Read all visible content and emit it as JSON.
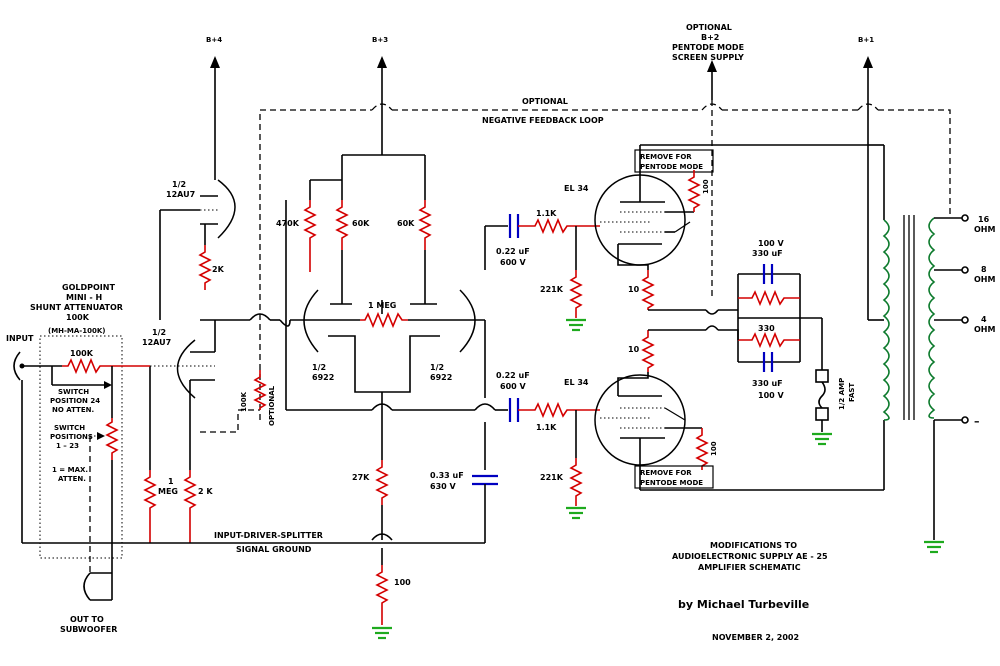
{
  "colors": {
    "resistor": "#d40000",
    "capacitor": "#0000c0",
    "ground": "#1eaa1e",
    "inductor": "#0c7a2c",
    "wire": "#000000"
  },
  "supply_labels": [
    "B+4",
    "B+3",
    "B+1"
  ],
  "optional_screen": {
    "line1": "OPTIONAL",
    "line2": "B+2",
    "line3": "PENTODE MODE",
    "line4": "SCREEN SUPPLY"
  },
  "feedback": {
    "line1": "OPTIONAL",
    "line2": "NEGATIVE FEEDBACK LOOP"
  },
  "tubes": {
    "v1_top": {
      "line1": "1/2",
      "line2": "12AU7"
    },
    "v1_bottom": {
      "line1": "1/2",
      "line2": "12AU7"
    },
    "v2_left": {
      "line1": "1/2",
      "line2": "6922"
    },
    "v2_right": {
      "line1": "1/2",
      "line2": "6922"
    },
    "output_top": "EL 34",
    "output_bottom": "EL 34"
  },
  "resistors": {
    "r_2k_top": "2K",
    "r_470k": "470K",
    "r_60k_a": "60K",
    "r_60k_b": "60K",
    "r_1meg_bal": "1 MEG",
    "r_1_1k_top": "1.1K",
    "r_221k_top": "221K",
    "r_10_top": "10",
    "r_100_top": "100",
    "r_330_top": "330",
    "r_330_bottom": "330",
    "r_10_bottom": "10",
    "r_1_1k_bottom": "1.1K",
    "r_221k_bottom": "221K",
    "r_100_bottom": "100",
    "r_100k_in": "100K",
    "r_100k_opt": "100K",
    "r_opt_text": "OPTIONAL",
    "r_1meg_line1": "1",
    "r_1meg_line2": "MEG",
    "r_2k_bottom": "2 K",
    "r_27k": "27K",
    "r_100_tail": "100"
  },
  "capacitors": {
    "c_top_value": "0.22 uF",
    "c_top_voltage": "600 V",
    "c_mid_value": "0.22 uF",
    "c_mid_voltage": "600 V",
    "c_033_value": "0.33 uF",
    "c_033_voltage": "630 V",
    "c_330_top_line1": "100 V",
    "c_330_top_line2": "330 uF",
    "c_330_bottom_line1": "330 uF",
    "c_330_bottom_line2": "100 V"
  },
  "remove_box": {
    "top_line1": "REMOVE FOR",
    "top_line2": "PENTODE MODE",
    "bottom_line1": "REMOVE FOR",
    "bottom_line2": "PENTODE MODE"
  },
  "fuse": {
    "line1": "1/2 AMP",
    "line2": "FAST"
  },
  "outputs": {
    "tap_16": "16",
    "tap_16_unit": "OHM",
    "tap_8": "8",
    "tap_8_unit": "OHM",
    "tap_4": "4",
    "tap_4_unit": "OHM",
    "tap_common": "–"
  },
  "attenuator": {
    "line1": "GOLDPOINT",
    "line2": "MINI - H",
    "line3": "SHUNT ATTENUATOR",
    "line4": "100K",
    "line5": "(MH-MA-100K)",
    "switch24_line1": "SWITCH",
    "switch24_line2": "POSITION 24",
    "switch24_line3": "NO ATTEN.",
    "switch123_line1": "SWITCH",
    "switch123_line2": "POSITIONS",
    "switch123_line3": "1 – 23",
    "note_line1": "1 = MAX.",
    "note_line2": "ATTEN."
  },
  "input_label": "INPUT",
  "subwoofer": {
    "line1": "OUT TO",
    "line2": "SUBWOOFER"
  },
  "bus_labels": {
    "line1": "INPUT-DRIVER-SPLITTER",
    "line2": "SIGNAL GROUND"
  },
  "caption": {
    "line1": "MODIFICATIONS TO",
    "line2": "AUDIOELECTRONIC SUPPLY AE - 25",
    "line3": "AMPLIFIER SCHEMATIC",
    "author": "by Michael  Turbeville",
    "date": "NOVEMBER 2, 2002"
  }
}
